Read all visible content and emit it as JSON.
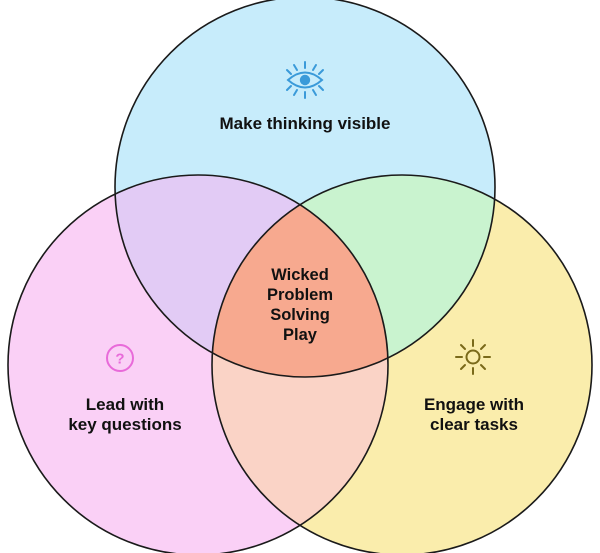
{
  "diagram": {
    "circles": {
      "top": {
        "label_lines": [
          "Make thinking visible"
        ],
        "icon": "eye-icon",
        "fill": "#C7ECFB",
        "icon_color": "#3A9AD9"
      },
      "left": {
        "label_lines": [
          "Lead with",
          "key questions"
        ],
        "icon": "question-icon",
        "fill": "#FAD0F6",
        "icon_color": "#E86AD9"
      },
      "right": {
        "label_lines": [
          "Engage with",
          "clear tasks"
        ],
        "icon": "sun-icon",
        "fill": "#FAEDAC",
        "icon_color": "#7A6A1A"
      }
    },
    "center": {
      "label_lines": [
        "Wicked",
        "Problem",
        "Solving",
        "Play"
      ],
      "fill": "#F7A98F"
    },
    "overlaps": {
      "top_left": "#E2CBF5",
      "top_right": "#C9F3CF",
      "left_right": "#FAD3C6"
    },
    "stroke": "#1a1a1a",
    "icon_question_glyph": "?"
  }
}
